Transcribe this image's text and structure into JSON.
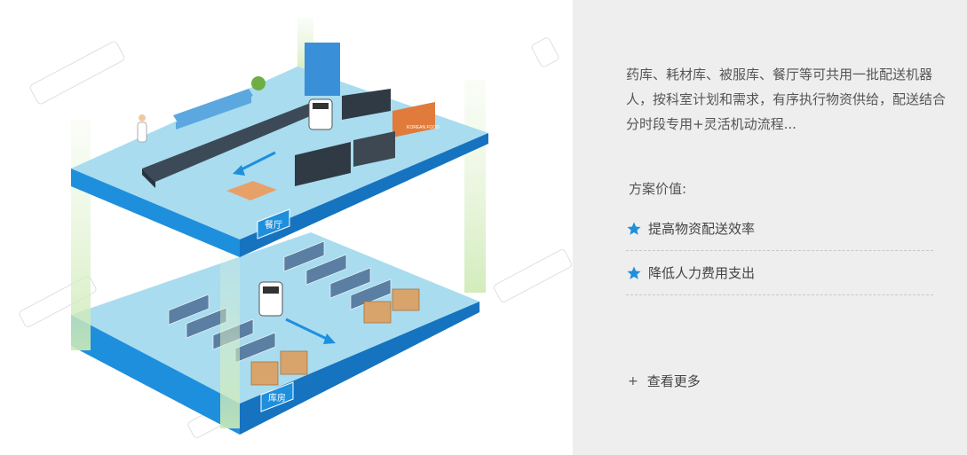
{
  "illustration": {
    "upper_floor_label": "餐厅",
    "lower_floor_label": "库房",
    "food_sign": "KOREAN FOOD"
  },
  "panel": {
    "description": "药库、耗材库、被服库、餐厅等可共用一批配送机器人，按科室计划和需求，有序执行物资供给，配送结合分时段专用+灵活机动流程...",
    "value_title": "方案价值:",
    "benefits": [
      {
        "label": "提高物资配送效率",
        "icon": "star-icon"
      },
      {
        "label": "降低人力费用支出",
        "icon": "star-icon"
      }
    ],
    "more": {
      "icon": "plus-icon",
      "label": "查看更多"
    }
  },
  "colors": {
    "floor_top": "#a9dcef",
    "floor_edge": "#1e8fdc",
    "pillar": "#d8efc4",
    "panel_bg": "#eeeeee",
    "star": "#1e8fdc",
    "text": "#555555"
  }
}
